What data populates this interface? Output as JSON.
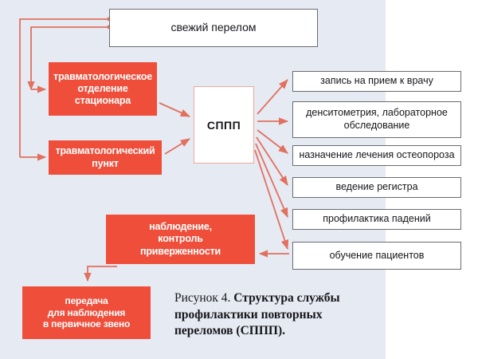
{
  "figure": {
    "background_panel_color": "#e6eaf2",
    "accent_color": "#ee4e3a",
    "arrow_color": "#e2705f",
    "box_border_color": "#6b6b70"
  },
  "nodes": {
    "fresh_fracture": "свежий перелом",
    "trauma_department": "травматологическое\nотделение\nстационара",
    "trauma_point": "травматологический\nпункт",
    "sppp": "СППП",
    "observation": "наблюдение,\nконтроль\nприверженности",
    "transfer": "передача\nдля наблюдения\nв первичное звено"
  },
  "services": [
    {
      "id": "r1",
      "label": "запись на прием к врачу"
    },
    {
      "id": "r2",
      "label": "денситометрия, лабораторное обследование"
    },
    {
      "id": "r3",
      "label": "назначение лечения остеопороза"
    },
    {
      "id": "r4",
      "label": "ведение регистра"
    },
    {
      "id": "r5",
      "label": "профилактика падений"
    },
    {
      "id": "r6",
      "label": "обучение пациентов"
    }
  ],
  "caption": {
    "lead": "Рисунок 4. ",
    "title_line1": "Структура службы",
    "title_line2": "профилактики повторных",
    "title_line3": "переломов (СППП)."
  }
}
